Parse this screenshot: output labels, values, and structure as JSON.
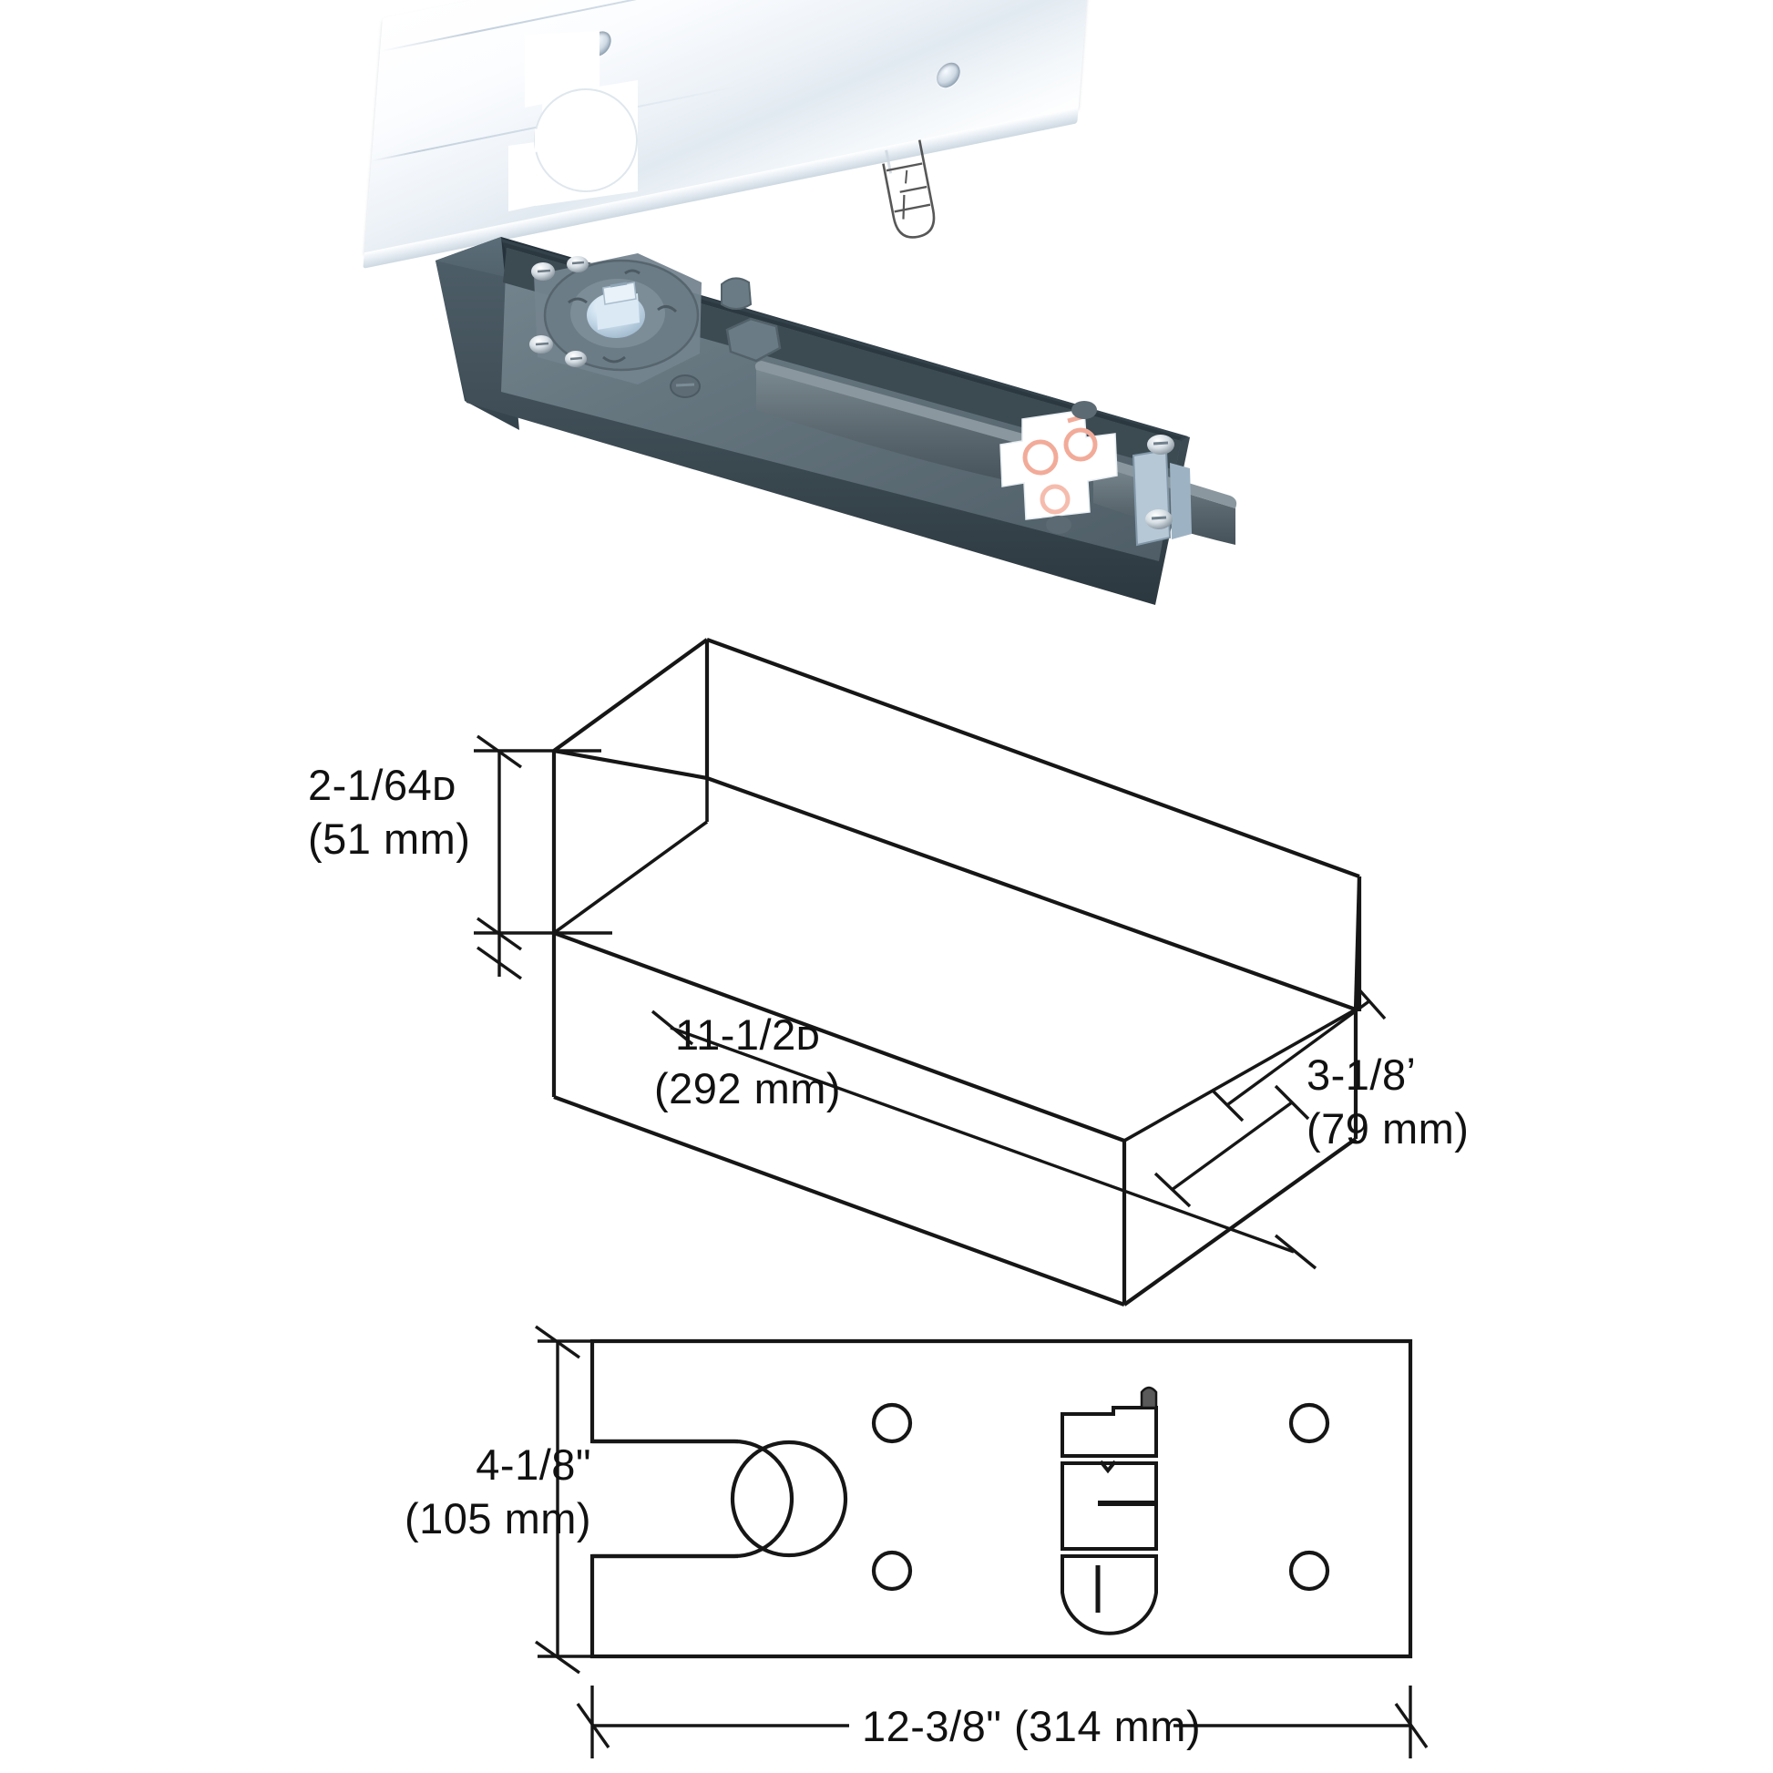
{
  "document": {
    "kind": "product-dimension-diagram",
    "subject": "floor door closer cement case with cover plate"
  },
  "photo": {
    "cover_plate": {
      "name": "cover-plate",
      "finish_color": "#f2f6fa",
      "edge_color": "#d2dde6"
    },
    "cement_case": {
      "name": "cement-case",
      "body_color": "#44555f",
      "interior_color": "#5d6e78",
      "rim_color": "#2f3d46"
    },
    "closer_body": {
      "name": "closer-mechanism",
      "color": "#5a6870"
    },
    "spindle": {
      "name": "spindle",
      "color": "#b9cfe0"
    },
    "label_sticker": {
      "name": "warning-label",
      "background": "#ffffff",
      "print_color": "#f0a08c"
    },
    "end_bracket": {
      "name": "end-bracket",
      "color": "#9fb4c6"
    }
  },
  "iso_view": {
    "name": "isometric-case-drawing",
    "height_dim": {
      "imperial": "2-1/64ᴅ",
      "metric": "(51 mm)"
    },
    "length_dim": {
      "imperial": "11-1/2ᴅ",
      "metric": "(292 mm)"
    },
    "depth_dim": {
      "imperial": "3-1/8ʼ",
      "metric": "(79 mm)"
    }
  },
  "plan_view": {
    "name": "plan-cover-plate-drawing",
    "height_dim": {
      "imperial": "4-1/8\"",
      "metric": "(105 mm)"
    },
    "width_dim": "12-3/8\" (314 mm)",
    "features": {
      "keyhole_slot": "keyhole-cutout",
      "screw_holes": 4,
      "hinge_detail": "pivot-hinge-detail"
    }
  },
  "style": {
    "line_color": "#161616",
    "paper": "#ffffff"
  }
}
